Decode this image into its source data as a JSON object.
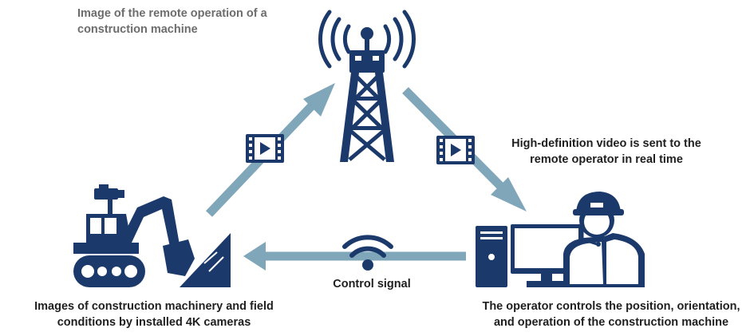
{
  "title": {
    "line1": "Image of the remote operation of a",
    "line2": "construction machine"
  },
  "video_caption": {
    "line1": "High-definition video is sent to the",
    "line2": "remote operator in real time"
  },
  "signal_caption": "Control signal",
  "machine_caption": {
    "line1": "Images of construction machinery and field",
    "line2": "conditions by installed 4K cameras"
  },
  "operator_caption": {
    "line1": "The operator controls the position, orientation,",
    "line2": "and operation of the construction machine"
  },
  "colors": {
    "navy": "#1b3a6b",
    "arrow": "#7fa6b9",
    "caption_gray": "#6d6d6d",
    "text": "#1f1f1f"
  },
  "icons": [
    "radio-tower-icon",
    "excavator-icon",
    "camera-icon",
    "video-play-icon",
    "wifi-signal-icon",
    "computer-icon",
    "operator-icon"
  ]
}
